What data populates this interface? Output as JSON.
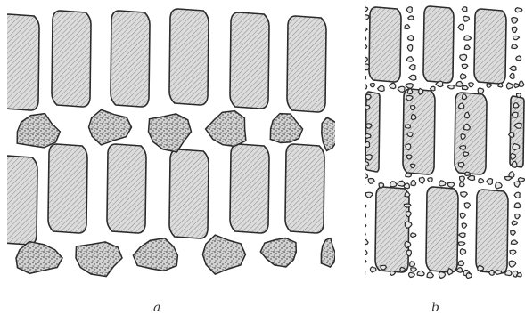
{
  "figure": {
    "panels": [
      {
        "id": "a",
        "label": "a"
      },
      {
        "id": "b",
        "label": "b"
      }
    ],
    "colors": {
      "ink": "#2b2b2b",
      "hatch": "#7a7a7a",
      "cell_fill": "#d9d9d9",
      "stipple_fill": "#cfcfcf",
      "stipple_dot": "#2f2f2f",
      "background": "#ffffff"
    }
  }
}
